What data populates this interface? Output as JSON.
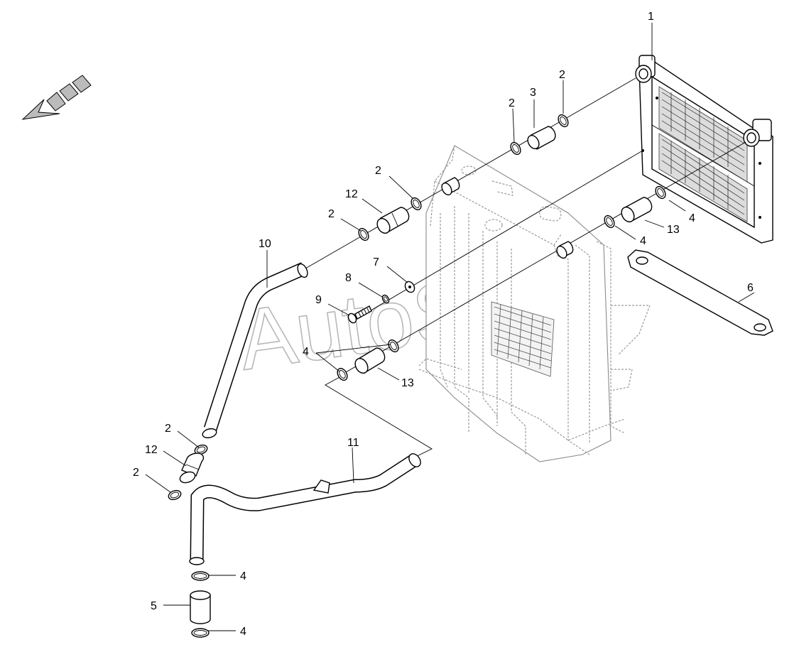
{
  "watermark": "AutoSoft",
  "callouts": {
    "c1": "1",
    "c2a": "2",
    "c3": "3",
    "c2b": "2",
    "c2c": "2",
    "c12a": "12",
    "c2d": "2",
    "c4a": "4",
    "c13a": "13",
    "c4b": "4",
    "c6": "6",
    "c10": "10",
    "c7": "7",
    "c8": "8",
    "c9": "9",
    "c4c": "4",
    "c13b": "13",
    "c2e": "2",
    "c12b": "12",
    "c2f": "2",
    "c11": "11",
    "c4d": "4",
    "c5": "5",
    "c4e": "4"
  },
  "colors": {
    "line": "#000000",
    "ghost": "#9a9a9a",
    "grille": "#333333"
  }
}
